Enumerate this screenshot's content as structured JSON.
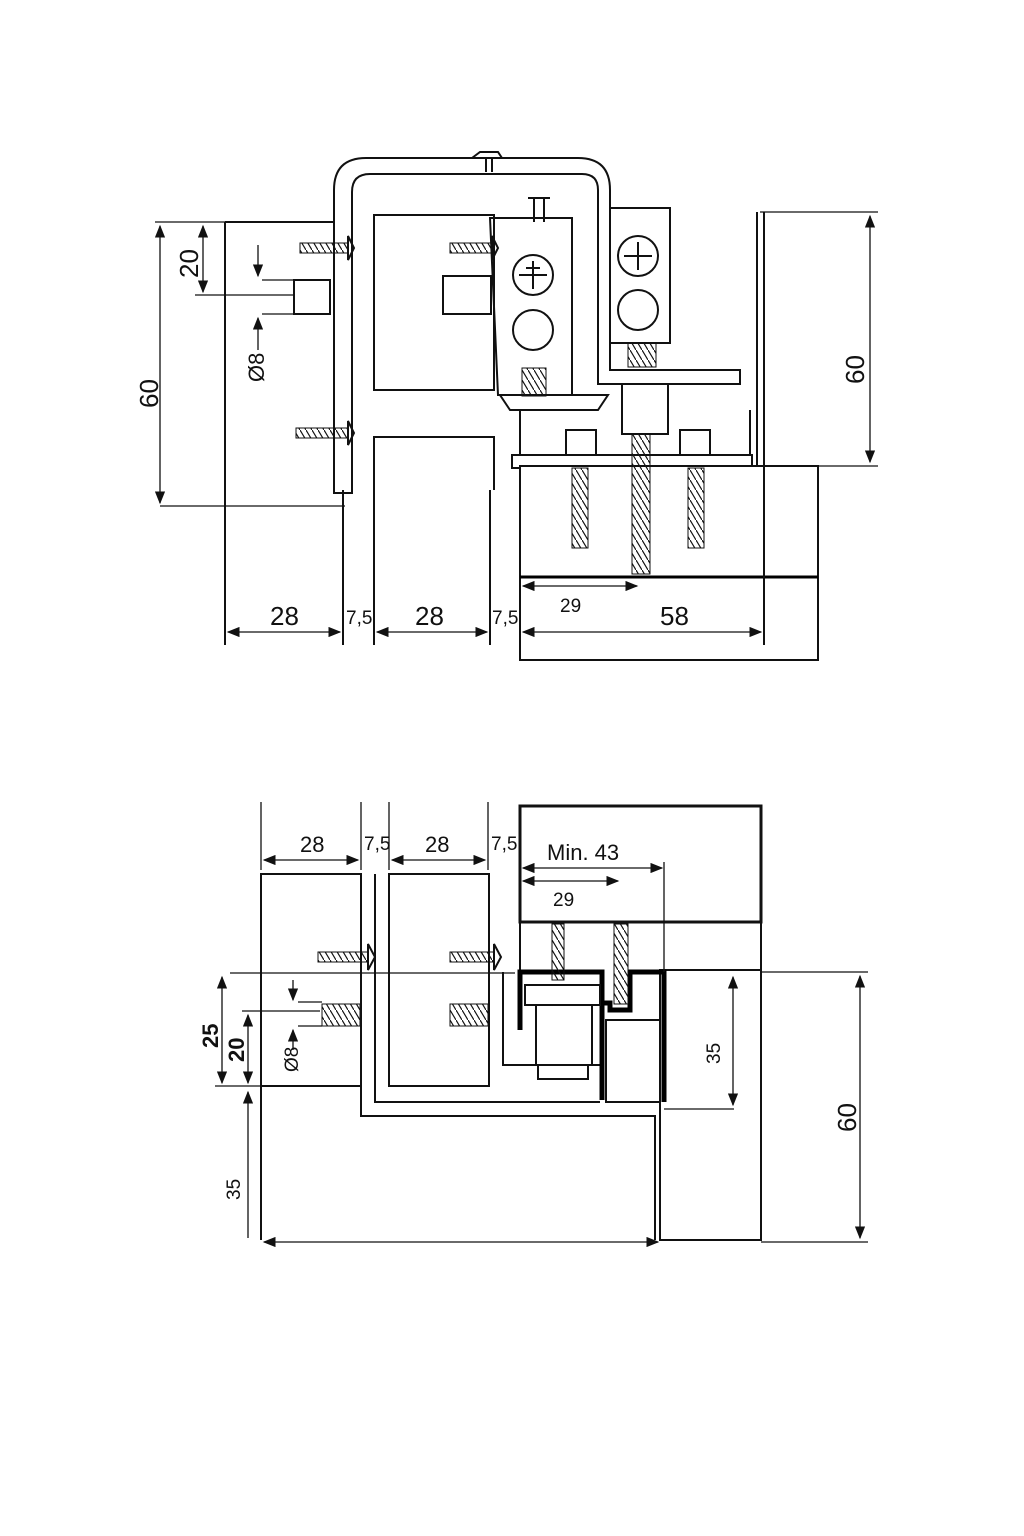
{
  "top_view": {
    "dims": {
      "h20": "20",
      "h60_left": "60",
      "dia8": "Ø8",
      "w28_a": "28",
      "w7_5_a": "7,5",
      "w28_b": "28",
      "w7_5_b": "7,5",
      "w29": "29",
      "w58": "58",
      "h60_right": "60"
    }
  },
  "bottom_view": {
    "dims": {
      "w28_a": "28",
      "w7_5_a": "7,5",
      "w28_b": "28",
      "w7_5_b": "7,5",
      "min43": "Min. 43",
      "w29": "29",
      "h25": "25",
      "h20": "20",
      "dia8": "Ø8",
      "h35_left": "35",
      "h35_inner": "35",
      "h60_right": "60"
    }
  }
}
